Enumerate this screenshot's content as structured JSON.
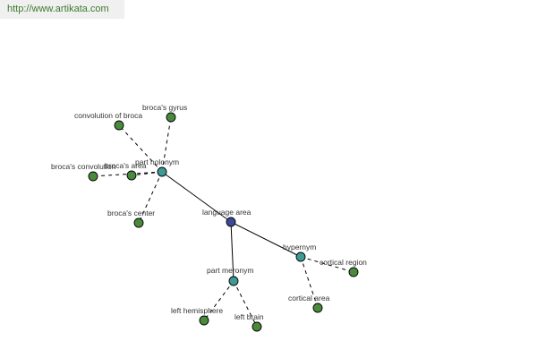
{
  "source": {
    "url": "http://www.artikata.com"
  },
  "colors": {
    "leaf_node": "#4a8a3c",
    "relation_node": "#3d9b94",
    "center_node": "#3c4a9a",
    "edge": "#000000",
    "url_text": "#3c7a2e"
  },
  "graph": {
    "center": {
      "label": "language area"
    },
    "relations": {
      "holonym": {
        "label": "part holonym"
      },
      "meronym": {
        "label": "part meronym"
      },
      "hypernym": {
        "label": "hypernym"
      }
    },
    "leaves": {
      "convolution_of_broca": {
        "label": "convolution of broca"
      },
      "brocas_gyrus": {
        "label": "broca's gyrus"
      },
      "brocas_convolution": {
        "label": "broca's convolution"
      },
      "brocas_area": {
        "label": "broca's area"
      },
      "brocas_center": {
        "label": "broca's center"
      },
      "left_hemisphere": {
        "label": "left hemisphere"
      },
      "left_brain": {
        "label": "left brain"
      },
      "cortical_region": {
        "label": "cortical region"
      },
      "cortical_area": {
        "label": "cortical area"
      }
    }
  }
}
